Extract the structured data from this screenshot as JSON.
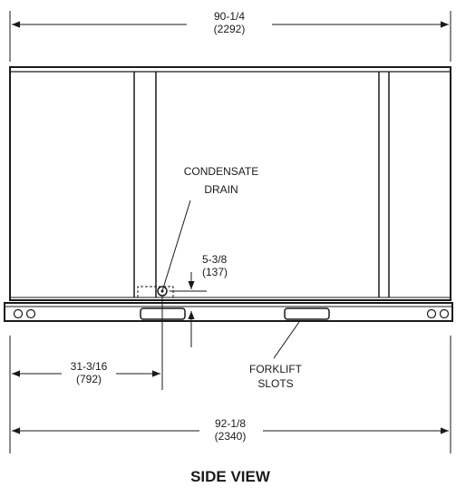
{
  "dimensions": {
    "top_width": {
      "imperial": "90-1/4",
      "metric": "(2292)"
    },
    "bottom_width": {
      "imperial": "92-1/8",
      "metric": "(2340)"
    },
    "drain_offset": {
      "imperial": "31-3/16",
      "metric": "(792)"
    },
    "drain_height": {
      "imperial": "5-3/8",
      "metric": "(137)"
    }
  },
  "callouts": {
    "condensate_line1": "CONDENSATE",
    "condensate_line2": "DRAIN",
    "forklift_line1": "FORKLIFT",
    "forklift_line2": "SLOTS"
  },
  "view_title": "SIDE VIEW"
}
